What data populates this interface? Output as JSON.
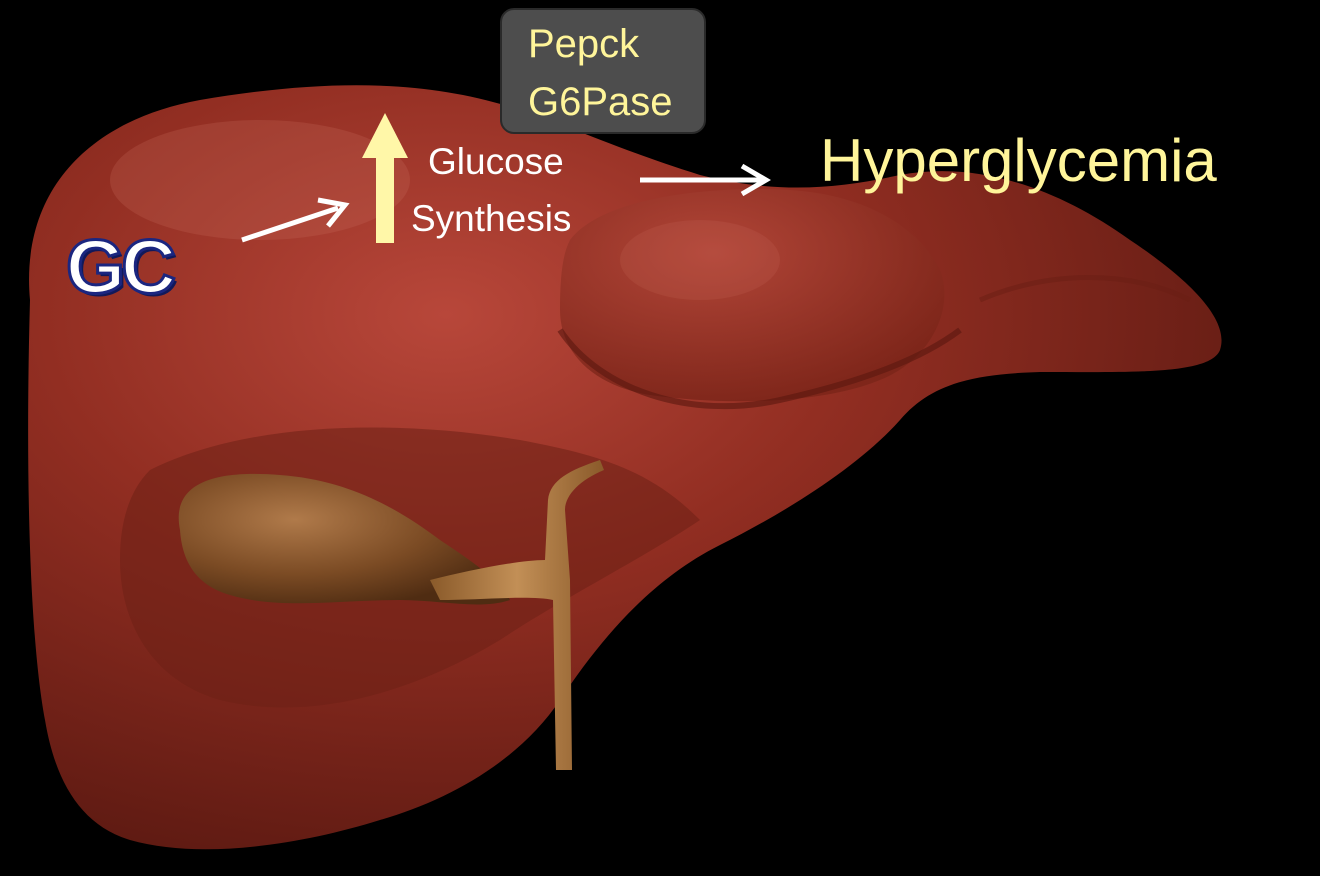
{
  "enzymes": {
    "line1": "Pepck",
    "line2": "G6Pase"
  },
  "process": {
    "line1": "Glucose",
    "line2": "Synthesis"
  },
  "outcome": "Hyperglycemia",
  "agent": "GC",
  "colors": {
    "background": "#000000",
    "liver": "#8e2a1f",
    "gallbladder": "#7a4a22",
    "highlight_text": "#fff59a",
    "up_arrow": "#fff7a8",
    "arrow": "#ffffff",
    "agent_outline": "#1b2680"
  },
  "icons": {
    "liver": "liver-illustration",
    "up_arrow": "increase-arrow-icon",
    "arrows": "right-arrow-icon"
  }
}
